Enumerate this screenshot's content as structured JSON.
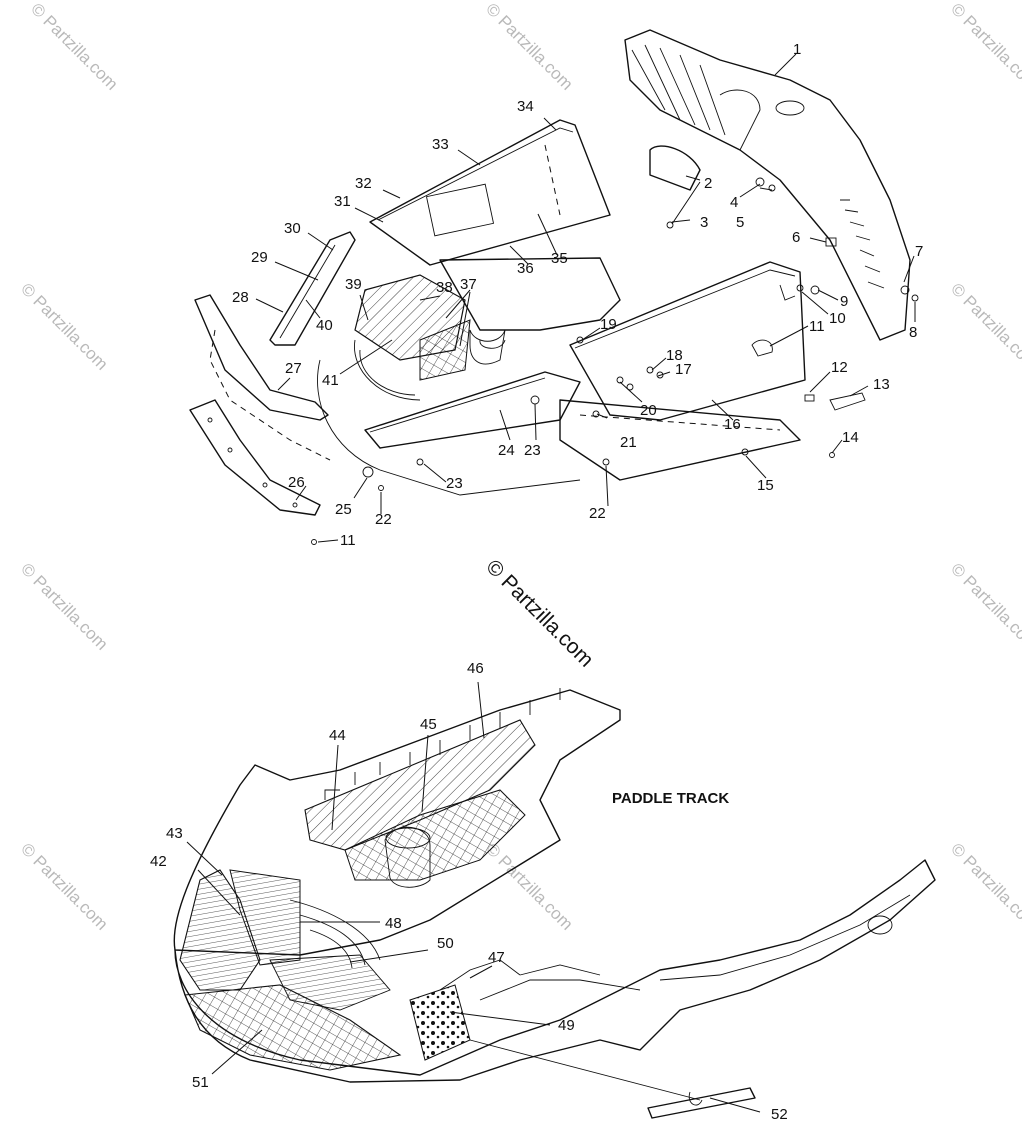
{
  "diagram": {
    "section_label": "PADDLE TRACK",
    "center_watermark": "© Partzilla.com",
    "corner_watermark": "© Partzilla.com",
    "callouts_top": [
      "1",
      "2",
      "3",
      "4",
      "5",
      "6",
      "7",
      "8",
      "9",
      "10",
      "11",
      "12",
      "13",
      "14",
      "15",
      "16",
      "17",
      "18",
      "19",
      "20",
      "21",
      "22",
      "23",
      "24",
      "25",
      "26",
      "27",
      "28",
      "29",
      "30",
      "31",
      "32",
      "33",
      "34",
      "35",
      "36",
      "37",
      "38",
      "39",
      "40",
      "41"
    ],
    "callouts_bottom": [
      "42",
      "43",
      "44",
      "45",
      "46",
      "47",
      "48",
      "49",
      "50",
      "51",
      "52"
    ]
  },
  "colors": {
    "ink": "#111111",
    "watermark": "#b9b9b9",
    "background": "#ffffff"
  }
}
